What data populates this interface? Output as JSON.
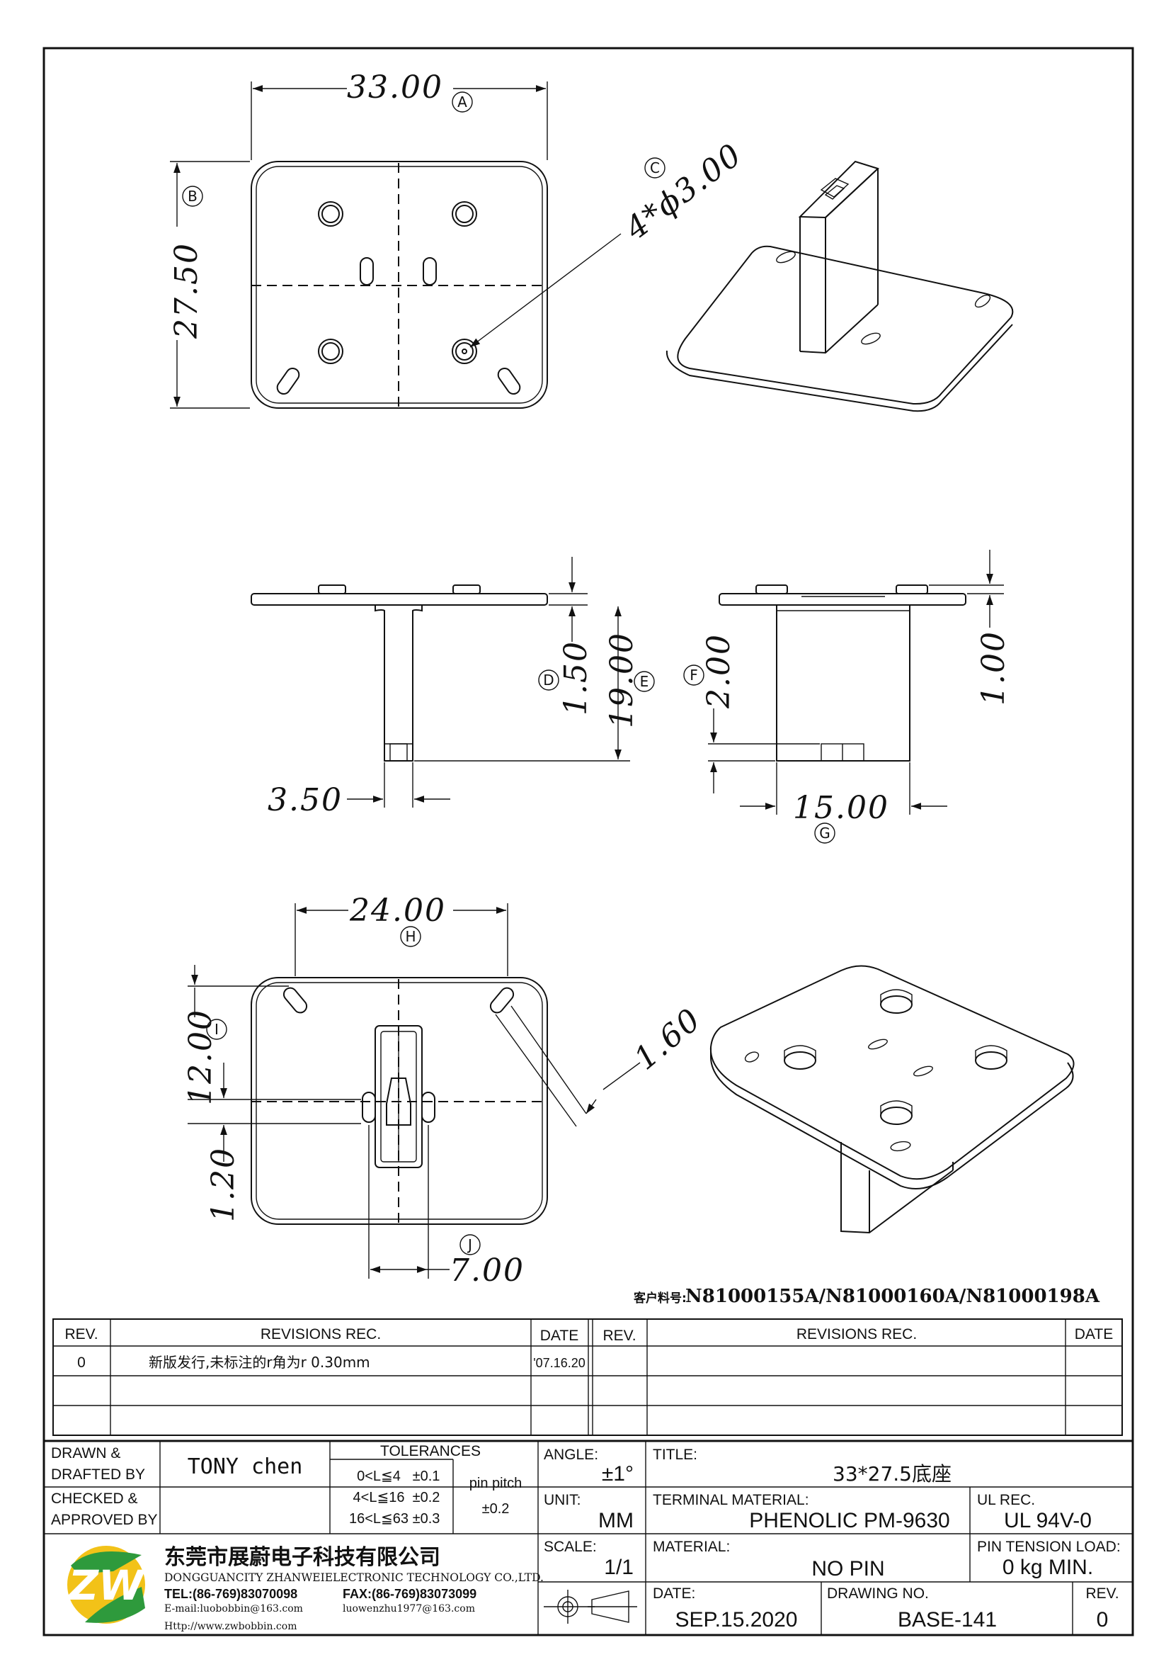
{
  "dimensions": {
    "top_width": "33.00",
    "top_height": "27.50",
    "hole_callout": "4*ϕ3.00",
    "d_150": "1.50",
    "d_1900": "19.00",
    "d_350": "3.50",
    "d_200": "2.00",
    "d_100": "1.00",
    "d_1500": "15.00",
    "d_2400": "24.00",
    "d_1200": "12.00",
    "d_120": "1.20",
    "d_700": "7.00",
    "d_160": "1.60"
  },
  "markers": {
    "A": "A",
    "B": "B",
    "C": "C",
    "D": "D",
    "E": "E",
    "F": "F",
    "G": "G",
    "H": "H",
    "I": "I",
    "J": "J"
  },
  "customer_part": {
    "label": "客户料号:",
    "numbers": "N81000155A/N81000160A/N81000198A"
  },
  "revisions": {
    "headers": {
      "rev": "REV.",
      "records": "REVISIONS   REC.",
      "date": "DATE"
    },
    "rows": [
      {
        "rev": "0",
        "text": "新版发行,未标注的r角为r 0.30mm",
        "date": "'07.16.20"
      }
    ]
  },
  "title_block": {
    "drawn_label_1": "DRAWN  &",
    "drawn_label_2": "DRAFTED  BY",
    "drawn_value": "TONY  chen",
    "checked_label_1": "CHECKED  &",
    "checked_label_2": "APPROVED  BY",
    "tolerances_label": "TOLERANCES",
    "tol_rows": [
      {
        "range": "0<L≦4",
        "val": "±0.1"
      },
      {
        "range": "4<L≦16",
        "val": "±0.2"
      },
      {
        "range": "16<L≦63",
        "val": "±0.3"
      }
    ],
    "pin_pitch_label": "pin  pitch",
    "pin_pitch_val": "±0.2",
    "angle_label": "ANGLE:",
    "angle_val": "±1°",
    "unit_label": "UNIT:",
    "unit_val": "MM",
    "scale_label": "SCALE:",
    "scale_val": "1/1",
    "title_label": "TITLE:",
    "title_val": "33*27.5底座",
    "terminal_label": "TERMINAL  MATERIAL:",
    "terminal_val": "PHENOLIC  PM-9630",
    "ul_label": "UL  REC.",
    "ul_val": "UL  94V-0",
    "material_label": "MATERIAL:",
    "material_val": "NO  PIN",
    "pin_tension_label": "PIN  TENSION  LOAD:",
    "pin_tension_val": "0  kg  MIN.",
    "date_label": "DATE:",
    "date_val": "SEP.15.2020",
    "drawing_label": "DRAWING  NO.",
    "drawing_val": "BASE-141",
    "rev_label": "REV.",
    "rev_val": "0"
  },
  "company": {
    "name_cn": "东莞市展蔚电子科技有限公司",
    "name_en": "DONGGUANCITY  ZHANWEIELECTRONIC  TECHNOLOGY  CO.,LTD.",
    "tel": "TEL:(86-769)83070098",
    "fax": "FAX:(86-769)83073099",
    "email1": "E-mail:luobobbin@163.com",
    "email2": "luowenzhu1977@163.com",
    "web": "Http://www.zwbobbin.com"
  },
  "colors": {
    "ink": "#111111",
    "logo_green": "#2e9a3c",
    "logo_yellow": "#f2c218"
  }
}
